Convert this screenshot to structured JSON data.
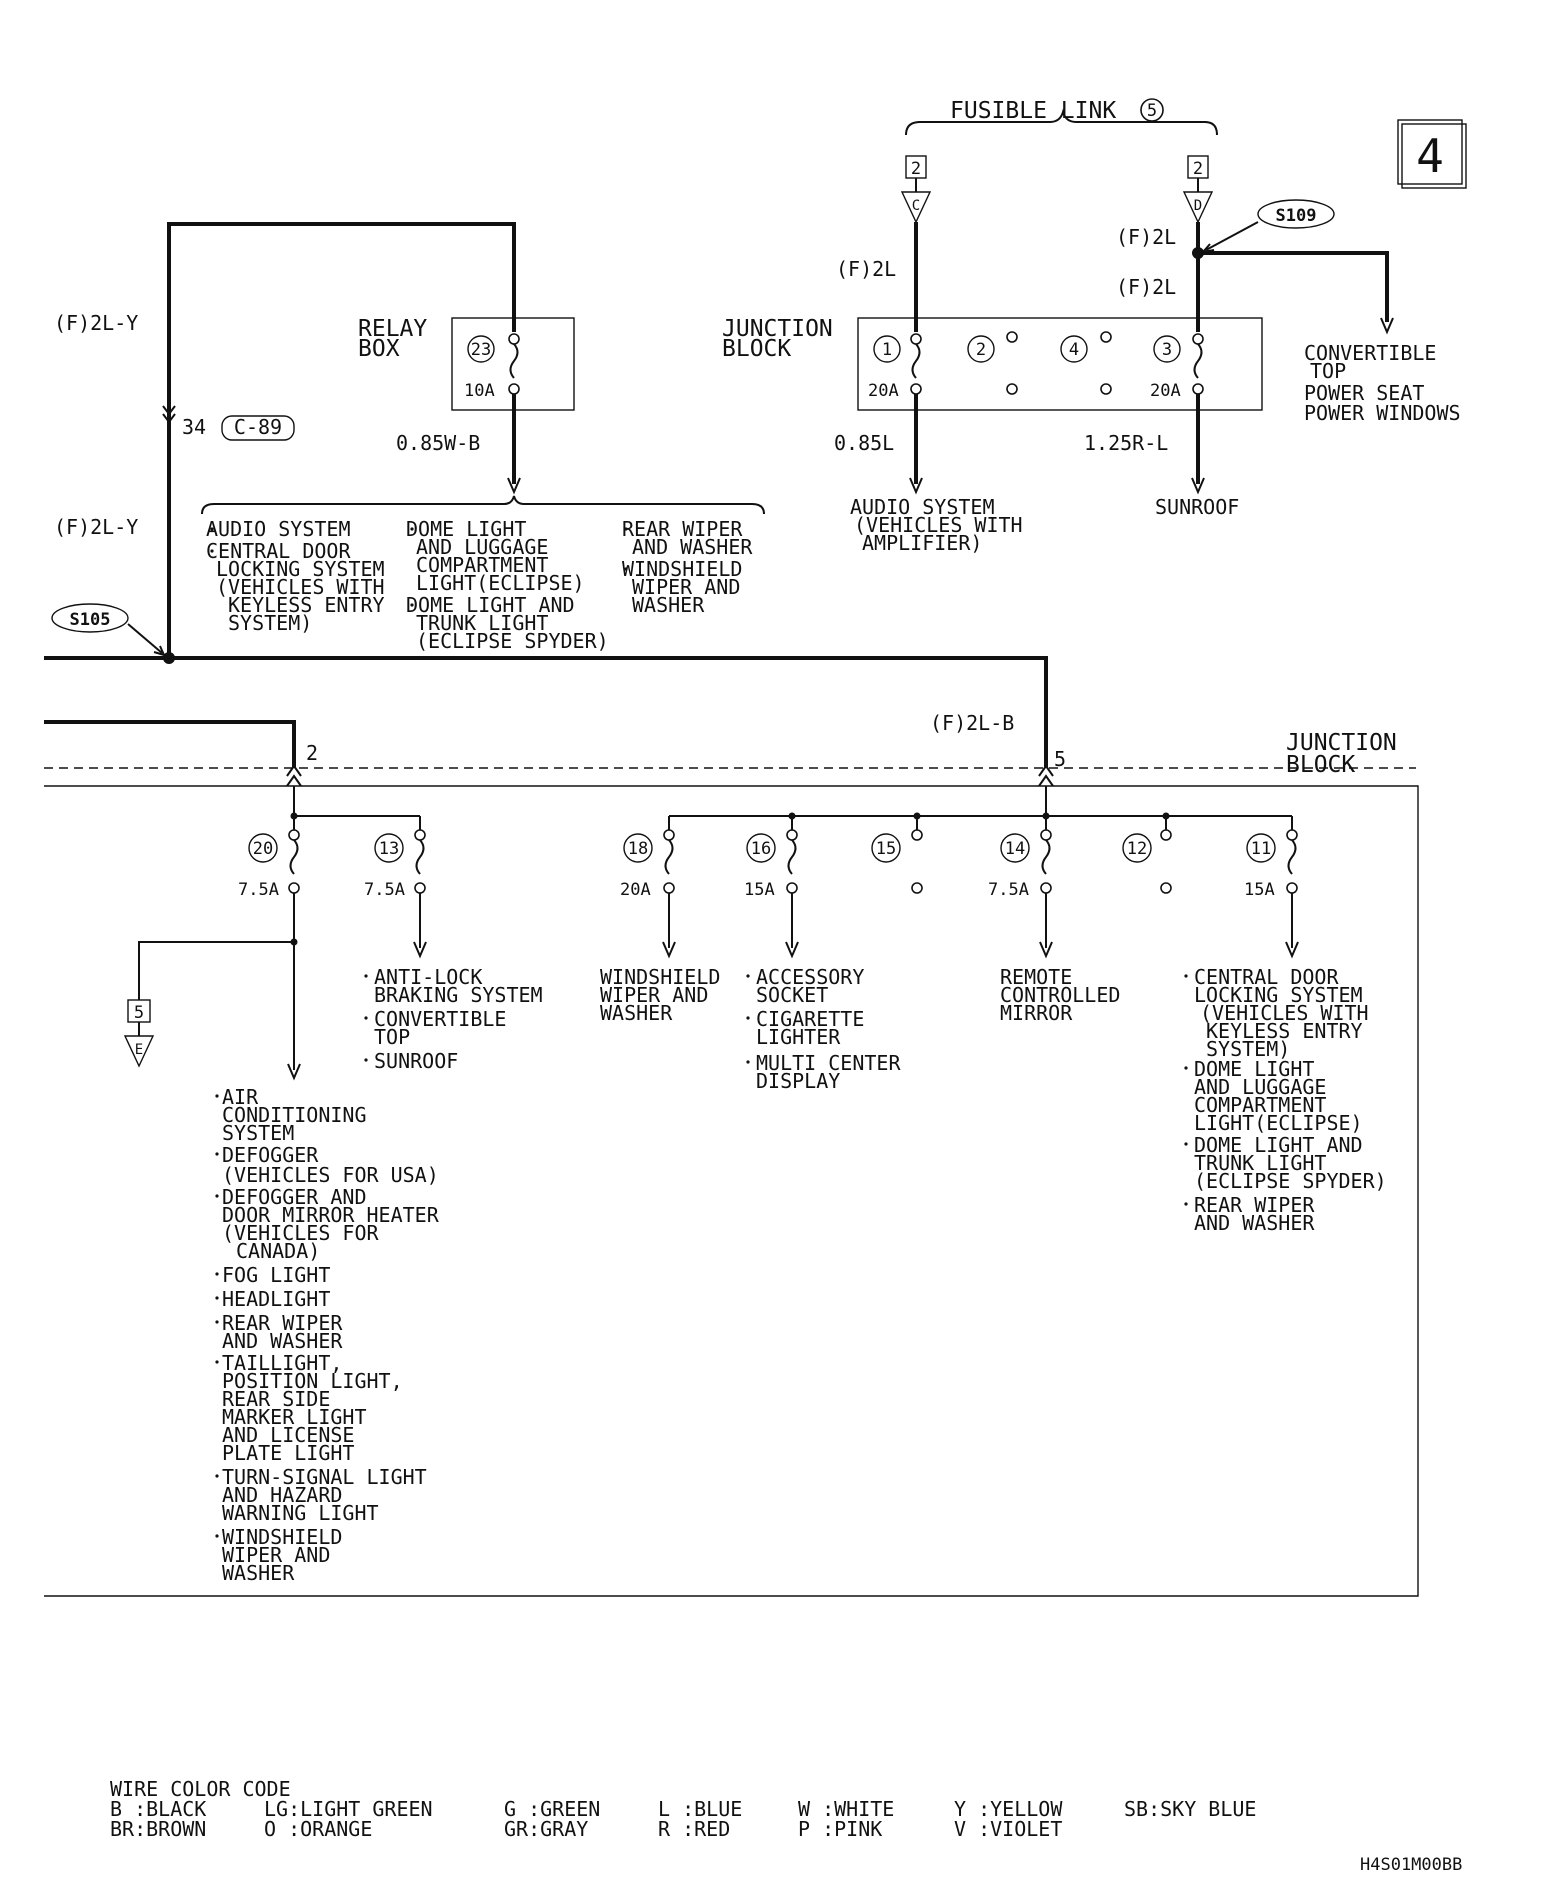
{
  "page_number": "4",
  "fusible_link": {
    "label": "FUSIBLE LINK",
    "number": "5",
    "pin_c": "2",
    "pin_d": "2",
    "conn_c": "C",
    "conn_d": "D"
  },
  "wires": {
    "f2l_y_top": "(F)2L-Y",
    "f2l_y_mid": "(F)2L-Y",
    "f2l_a": "(F)2L",
    "f2l_b": "(F)2L",
    "f2l_c": "(F)2L",
    "f2l_b_bus": "(F)2L-B",
    "w_085wb": "0.85W-B",
    "w_085l": "0.85L",
    "w_125rl": "1.25R-L"
  },
  "splices": {
    "s109": "S109",
    "s105": "S105"
  },
  "connector_c89": {
    "pin": "34",
    "name": "C-89"
  },
  "relay_box": {
    "line1": "RELAY",
    "line2": "BOX",
    "fuse_no": "23",
    "rating": "10A"
  },
  "junction_block_top": {
    "line1": "JUNCTION",
    "line2": "BLOCK",
    "fuses": [
      "1",
      "2",
      "4",
      "3"
    ],
    "rating_1": "20A",
    "rating_3": "20A"
  },
  "s109_loads": [
    "CONVERTIBLE",
    "TOP",
    "POWER SEAT",
    "POWER WINDOWS"
  ],
  "audio_dest": [
    "AUDIO SYSTEM",
    "(VEHICLES WITH",
    "AMPLIFIER)"
  ],
  "sunroof_dest": "SUNROOF",
  "relay_loads": {
    "col1": [
      "AUDIO SYSTEM",
      "CENTRAL DOOR",
      "LOCKING SYSTEM",
      "(VEHICLES WITH",
      "KEYLESS ENTRY",
      "SYSTEM)"
    ],
    "col2": [
      "DOME LIGHT",
      "AND LUGGAGE",
      "COMPARTMENT",
      "LIGHT(ECLIPSE)",
      "DOME LIGHT AND",
      "TRUNK LIGHT",
      "(ECLIPSE SPYDER)"
    ],
    "col3": [
      "REAR WIPER",
      "AND WASHER",
      "WINDSHIELD",
      "WIPER AND",
      "WASHER"
    ]
  },
  "junction_block_main": {
    "line1": "JUNCTION",
    "line2": "BLOCK",
    "pin_left": "2",
    "pin_right": "5"
  },
  "fuses": [
    {
      "no": "20",
      "rating": "7.5A"
    },
    {
      "no": "13",
      "rating": "7.5A"
    },
    {
      "no": "18",
      "rating": "20A"
    },
    {
      "no": "16",
      "rating": "15A"
    },
    {
      "no": "15",
      "rating": ""
    },
    {
      "no": "14",
      "rating": "7.5A"
    },
    {
      "no": "12",
      "rating": ""
    },
    {
      "no": "11",
      "rating": "15A"
    }
  ],
  "connector_e": {
    "pin": "5",
    "name": "E"
  },
  "loads_f20": [
    "AIR",
    "CONDITIONING",
    "SYSTEM",
    "DEFOGGER",
    "(VEHICLES FOR USA)",
    "DEFOGGER AND",
    "DOOR MIRROR HEATER",
    "(VEHICLES FOR",
    "CANADA)",
    "FOG LIGHT",
    "HEADLIGHT",
    "REAR WIPER",
    "AND WASHER",
    "TAILLIGHT,",
    "POSITION LIGHT,",
    "REAR SIDE",
    "MARKER LIGHT",
    "AND LICENSE",
    "PLATE LIGHT",
    "TURN-SIGNAL LIGHT",
    "AND HAZARD",
    "WARNING LIGHT",
    "WINDSHIELD",
    "WIPER AND",
    "WASHER"
  ],
  "loads_f13": [
    "ANTI-LOCK",
    "BRAKING SYSTEM",
    "CONVERTIBLE",
    "TOP",
    "SUNROOF"
  ],
  "loads_f18": [
    "WINDSHIELD",
    "WIPER AND",
    "WASHER"
  ],
  "loads_f16": [
    "ACCESSORY",
    "SOCKET",
    "CIGARETTE",
    "LIGHTER",
    "MULTI CENTER",
    "DISPLAY"
  ],
  "loads_f14": [
    "REMOTE",
    "CONTROLLED",
    "MIRROR"
  ],
  "loads_f11": [
    "CENTRAL DOOR",
    "LOCKING SYSTEM",
    "(VEHICLES WITH",
    "KEYLESS ENTRY",
    "SYSTEM)",
    "DOME LIGHT",
    "AND LUGGAGE",
    "COMPARTMENT",
    "LIGHT(ECLIPSE)",
    "DOME LIGHT AND",
    "TRUNK LIGHT",
    "(ECLIPSE SPYDER)",
    "REAR WIPER",
    "AND WASHER"
  ],
  "wire_color_code": {
    "title": "WIRE COLOR CODE",
    "row1": [
      "B :BLACK",
      "LG:LIGHT GREEN",
      "G :GREEN",
      "L :BLUE",
      "W :WHITE",
      "Y :YELLOW",
      "SB:SKY BLUE"
    ],
    "row2": [
      "BR:BROWN",
      "O :ORANGE",
      "GR:GRAY",
      "R :RED",
      "P :PINK",
      "V :VIOLET"
    ]
  },
  "drawing_code": "H4S01M00BB"
}
